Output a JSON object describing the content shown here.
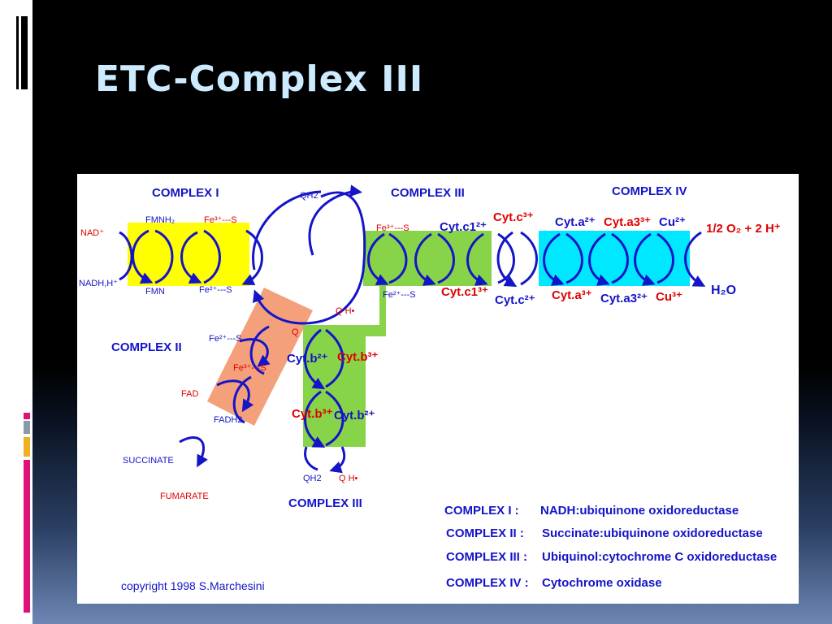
{
  "slide": {
    "title": "ETC-Complex III"
  },
  "colors": {
    "background": "#000000",
    "title": "#cdebff",
    "accent_pink": "#e0107a",
    "accent_yellow": "#f0b020",
    "accent_gray": "#8a9aa8"
  },
  "diagram": {
    "headers": {
      "complex1": "COMPLEX I",
      "complex2": "COMPLEX II",
      "complex3_top": "COMPLEX III",
      "complex3_bottom": "COMPLEX III",
      "complex4": "COMPLEX IV"
    },
    "labels": {
      "nad": "NAD⁺",
      "nadh": "NADH,H⁺",
      "fmnh2": "FMNH₂",
      "fmn": "FMN",
      "c1_fe3s": "Fe³⁺---S",
      "c1_fe2s": "Fe²⁺---S",
      "qh2_top": "QH2",
      "c3_fe3s": "Fe³⁺---S",
      "c3_fe2s": "Fe²⁺---S",
      "cytc1_2": "Cyt.c1²⁺",
      "cytc1_3": "Cyt.c1³⁺",
      "cytc_3": "Cyt.c³⁺",
      "cytc_2": "Cyt.c²⁺",
      "cyta_2": "Cyt.a²⁺",
      "cyta3_3": "Cyt.a3³⁺",
      "cu_2": "Cu²⁺",
      "cyta_3": "Cyt.a³⁺",
      "cyta3_2": "Cyt.a3²⁺",
      "cu_3": "Cu³⁺",
      "oxygen": "1/2 O₂ + 2 H⁺",
      "water": "H₂O",
      "qh_mid": "Q H•",
      "q_mid": "Q",
      "c2_fe2s": "Fe²⁺---S",
      "c2_fe3s": "Fe³⁺---S",
      "fad": "FAD",
      "fadh2": "FADH2",
      "succinate": "SUCCINATE",
      "fumarate": "FUMARATE",
      "cytb2_top": "Cyt.b²⁺",
      "cytb3_top": "Cyt.b³⁺",
      "cytb3_bot": "Cyt.b³⁺",
      "cytb2_bot": "Cyt.b²⁺",
      "qh2_bottom": "QH2",
      "qh_bottom": "Q H•"
    },
    "legend": [
      {
        "key": "COMPLEX I :",
        "value": "NADH:ubiquinone oxidoreductase"
      },
      {
        "key": "COMPLEX II :",
        "value": "Succinate:ubiquinone oxidoreductase"
      },
      {
        "key": "COMPLEX III :",
        "value": "Ubiquinol:cytochrome C oxidoreductase"
      },
      {
        "key": "COMPLEX IV :",
        "value": "Cytochrome oxidase"
      }
    ],
    "copyright": "copyright 1998 S.Marchesini"
  }
}
